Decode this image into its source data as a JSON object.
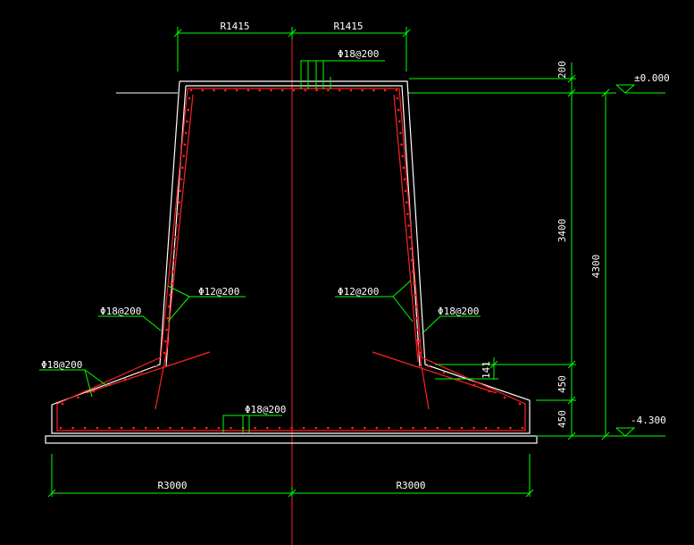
{
  "drawing": {
    "colors": {
      "background": "#000000",
      "outline": "#ffffff",
      "rebar": "#ff2222",
      "dimension": "#00ff00",
      "axis": "#ff2222",
      "text": "#ffffff"
    },
    "dimensions": {
      "top_radius_left": "R1415",
      "top_radius_right": "R1415",
      "bottom_radius_left": "R3000",
      "bottom_radius_right": "R3000",
      "top_slab": "200",
      "shaft_height": "3400",
      "total_height": "4300",
      "haunch": "450",
      "base_slab": "450",
      "step": "141"
    },
    "elevations": {
      "top": "±0.000",
      "bottom": "-4.300"
    },
    "rebar_labels": {
      "top_bars": "Φ18@200",
      "left_wall_inner": "Φ12@200",
      "right_wall_inner": "Φ12@200",
      "left_wall_outer": "Φ18@200",
      "right_wall_outer": "Φ18@200",
      "left_haunch": "Φ18@200",
      "bottom_bars": "Φ18@200"
    }
  }
}
